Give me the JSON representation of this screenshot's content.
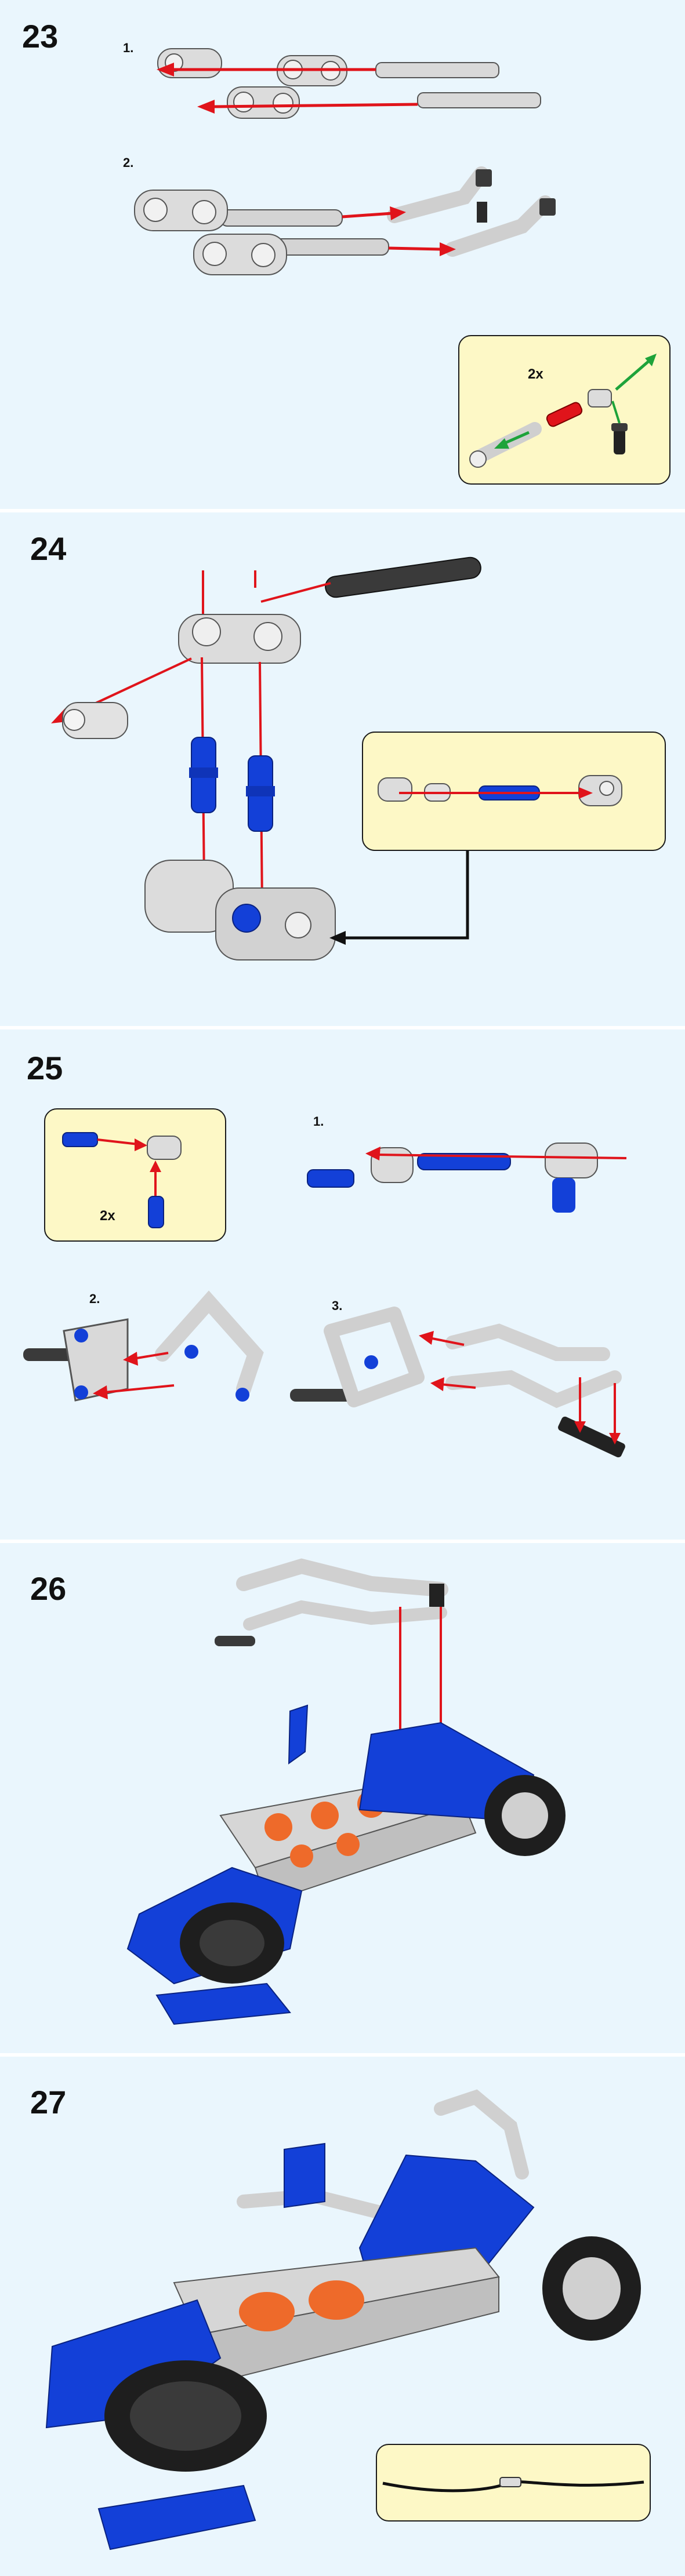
{
  "colors": {
    "background": "#eaf6fd",
    "callout": "#fdf8c6",
    "arrow": "#e0141b",
    "green_arrow": "#1ea33a",
    "blue_part": "#1340d8",
    "grey_part": "#d9d9d9",
    "dark_part": "#3a3a3a",
    "orange_part": "#ee6a2a"
  },
  "steps": [
    {
      "number": "23",
      "substeps": [
        "1.",
        "2."
      ],
      "callout_qty": "2x"
    },
    {
      "number": "24"
    },
    {
      "number": "25",
      "substeps": [
        "1.",
        "2.",
        "3."
      ],
      "callout_qty": "2x"
    },
    {
      "number": "26"
    },
    {
      "number": "27"
    }
  ]
}
